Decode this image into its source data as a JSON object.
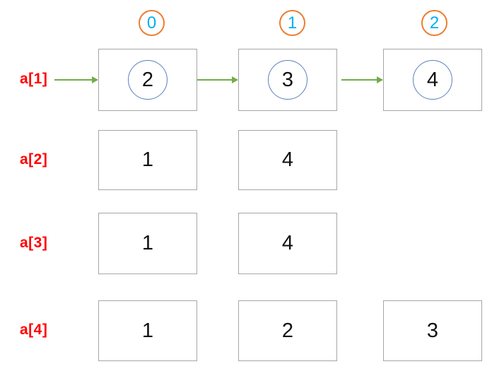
{
  "diagram": {
    "description": "array-of-linked-values diagram",
    "colors": {
      "row_label_red": "#ff0000",
      "arrow_green": "#70ad47",
      "header_circle_orange": "#ed7d31",
      "header_number_cyan": "#00b0f0",
      "node_circle_blue": "#5b7fc0",
      "box_border_gray": "#a6a6a6"
    },
    "column_headers": [
      "0",
      "1",
      "2"
    ],
    "rows": [
      {
        "label": "a[1]",
        "cells": [
          {
            "value": "2"
          },
          {
            "value": "3"
          },
          {
            "value": "4"
          }
        ]
      },
      {
        "label": "a[2]",
        "cells": [
          {
            "value": "1"
          },
          {
            "value": "4"
          }
        ]
      },
      {
        "label": "a[3]",
        "cells": [
          {
            "value": "1"
          },
          {
            "value": "4"
          }
        ]
      },
      {
        "label": "a[4]",
        "cells": [
          {
            "value": "1"
          },
          {
            "value": "2"
          },
          {
            "value": "3"
          }
        ]
      }
    ]
  }
}
